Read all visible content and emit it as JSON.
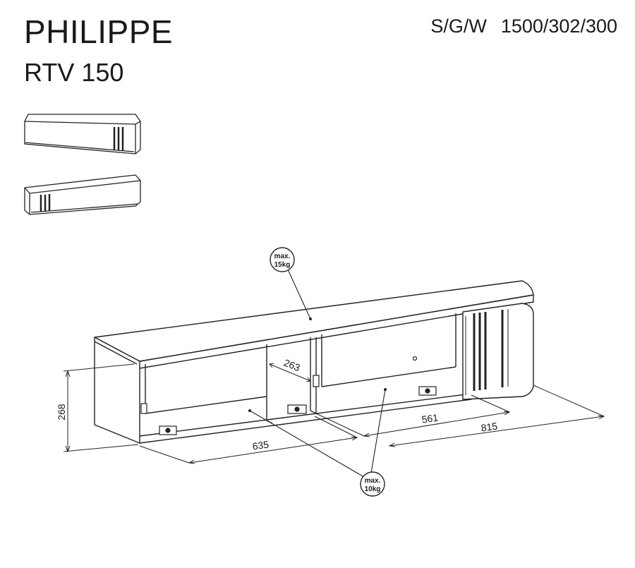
{
  "header": {
    "title": "PHILIPPE",
    "subtitle": "RTV 150",
    "dimension_codes": "S/G/W",
    "dimension_values": "1500/302/300"
  },
  "badges": {
    "top": {
      "line1": "max.",
      "line2": "15kg"
    },
    "bottom": {
      "line1": "max.",
      "line2": "10kg"
    }
  },
  "dimensions": {
    "height": "268",
    "depth": "263",
    "left_width": "635",
    "middle_width": "561",
    "right_width": "815"
  }
}
